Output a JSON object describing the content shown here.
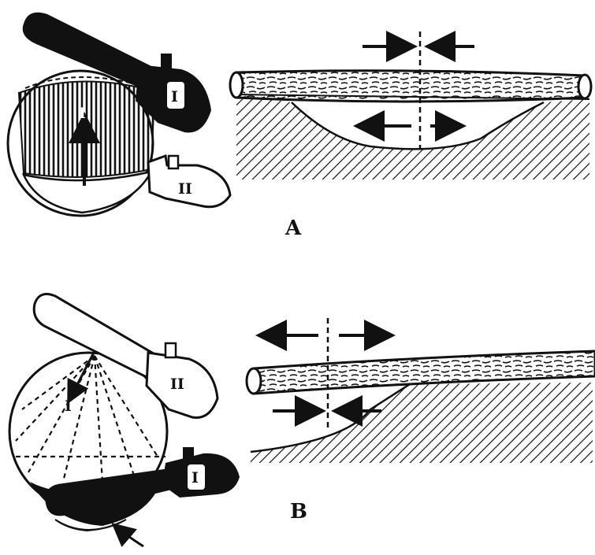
{
  "figure": {
    "panels": [
      {
        "label": "A",
        "saw_marks": {
          "black_saw": "I",
          "white_saw": "II"
        }
      },
      {
        "label": "B",
        "saw_marks": {
          "white_saw": "II",
          "black_saw": "I"
        }
      }
    ],
    "colors": {
      "ink": "#111111",
      "paper": "#ffffff"
    }
  }
}
